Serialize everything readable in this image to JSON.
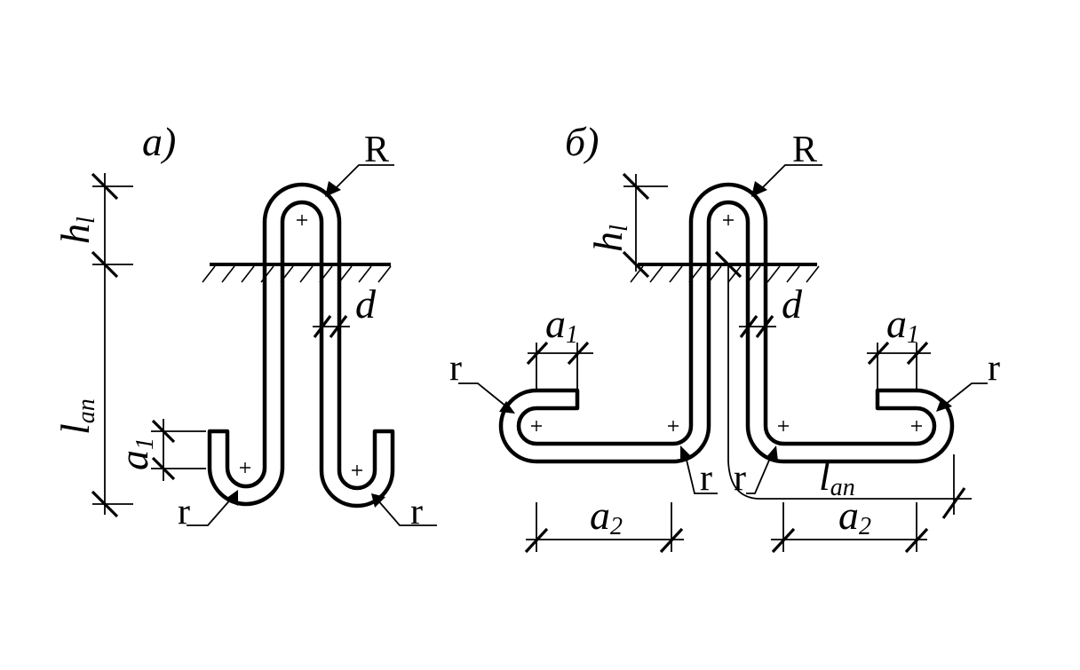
{
  "figure_a": {
    "panel_label": "а)",
    "radius_label": "R",
    "bend_radius_label": "r",
    "diameter_label": "d",
    "height_label": {
      "main": "h",
      "sub": "l"
    },
    "anchorage_label": {
      "main": "l",
      "sub": "an"
    },
    "hook_length_label": {
      "main": "a",
      "sub": "1"
    }
  },
  "figure_b": {
    "panel_label": "б)",
    "radius_label": "R",
    "bend_radius_label": "r",
    "diameter_label": "d",
    "height_label": {
      "main": "h",
      "sub": "l"
    },
    "anchorage_label": {
      "main": "l",
      "sub": "an"
    },
    "hook_length_label": {
      "main": "a",
      "sub": "1"
    },
    "leg_length_label": {
      "main": "a",
      "sub": "2"
    }
  }
}
